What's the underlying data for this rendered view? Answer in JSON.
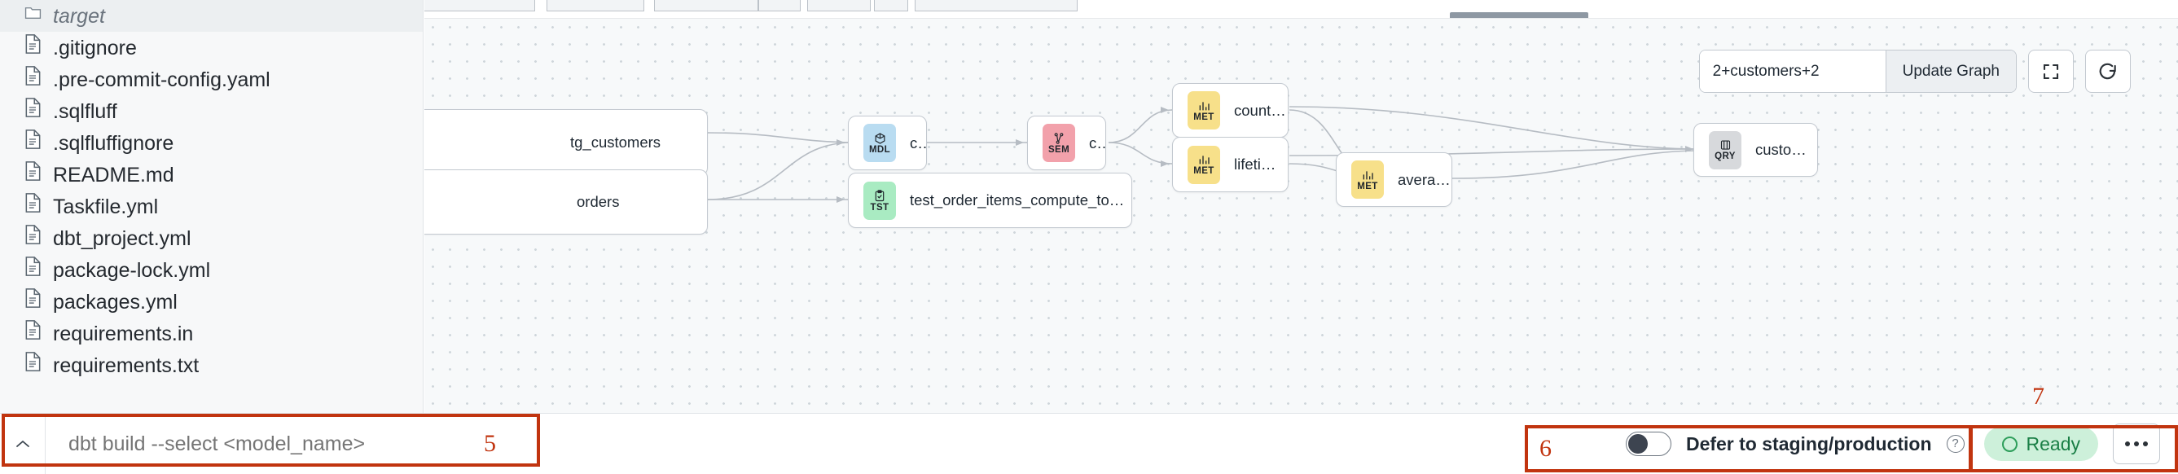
{
  "sidebar": {
    "files": [
      {
        "name": "target",
        "icon": "folder-icon",
        "type": "folder"
      },
      {
        "name": ".gitignore",
        "icon": "file-icon",
        "type": "file"
      },
      {
        "name": ".pre-commit-config.yaml",
        "icon": "file-icon",
        "type": "file"
      },
      {
        "name": ".sqlfluff",
        "icon": "file-icon",
        "type": "file"
      },
      {
        "name": ".sqlfluffignore",
        "icon": "file-icon",
        "type": "file"
      },
      {
        "name": "README.md",
        "icon": "file-icon",
        "type": "file"
      },
      {
        "name": "Taskfile.yml",
        "icon": "file-icon",
        "type": "file"
      },
      {
        "name": "dbt_project.yml",
        "icon": "file-icon",
        "type": "file"
      },
      {
        "name": "package-lock.yml",
        "icon": "file-icon",
        "type": "file"
      },
      {
        "name": "packages.yml",
        "icon": "file-icon",
        "type": "file"
      },
      {
        "name": "requirements.in",
        "icon": "file-icon",
        "type": "file"
      },
      {
        "name": "requirements.txt",
        "icon": "file-icon",
        "type": "file"
      }
    ]
  },
  "toolbar": {
    "lineage_selector_value": "2+customers+2",
    "lineage_selector_placeholder": "2+customers+2",
    "update_graph_label": "Update Graph",
    "fullscreen_icon": "expand-icon",
    "refresh_icon": "refresh-icon"
  },
  "graph": {
    "nodes": [
      {
        "id": "stg_customers",
        "label": "tg_customers",
        "kind": "",
        "kind_glyph": "",
        "color": "",
        "clipped": true
      },
      {
        "id": "stg_orders",
        "label": "orders",
        "kind": "",
        "kind_glyph": "",
        "color": "",
        "clipped": true
      },
      {
        "id": "customers_model",
        "label": "customers",
        "kind": "MDL",
        "kind_glyph": "⬡",
        "color": "#b9dcf1"
      },
      {
        "id": "test_order_items",
        "label": "test_order_items_compute_to_bools…",
        "kind": "TST",
        "kind_glyph": "Ὄb",
        "color": "#a9ebc2"
      },
      {
        "id": "customers_sem",
        "label": "customers",
        "kind": "SEM",
        "kind_glyph": "⑂",
        "color": "#f2a1ab"
      },
      {
        "id": "count_lifetime_orders",
        "label": "count_lifetime_orders",
        "kind": "MET",
        "kind_glyph": "Ὄa",
        "color": "#f7e08a"
      },
      {
        "id": "lifetime_spend_pretax",
        "label": "lifetime_spend_pretax",
        "kind": "MET",
        "kind_glyph": "Ὄa",
        "color": "#f7e08a"
      },
      {
        "id": "average_order_value",
        "label": "average_order_value",
        "kind": "MET",
        "kind_glyph": "Ὄa",
        "color": "#f7e08a"
      },
      {
        "id": "customer_order_metrics",
        "label": "customer_order_metrics",
        "kind": "QRY",
        "kind_glyph": "⌗",
        "color": "#d7d9dc"
      }
    ]
  },
  "bottom_bar": {
    "caret_icon": "chevron-up-icon",
    "command_placeholder": "dbt build --select <model_name>",
    "command_value": "",
    "defer_label": "Defer to staging/production",
    "defer_enabled": false,
    "help_icon": "question-mark-icon",
    "status_label": "Ready",
    "status_color": "#1a7f46",
    "status_bg": "#cdf0da",
    "more_icon": "ellipsis-icon"
  },
  "annotations": {
    "color": "#c1340f",
    "markers": [
      {
        "id": "5",
        "label": "5"
      },
      {
        "id": "6",
        "label": "6"
      },
      {
        "id": "7",
        "label": "7"
      }
    ]
  }
}
